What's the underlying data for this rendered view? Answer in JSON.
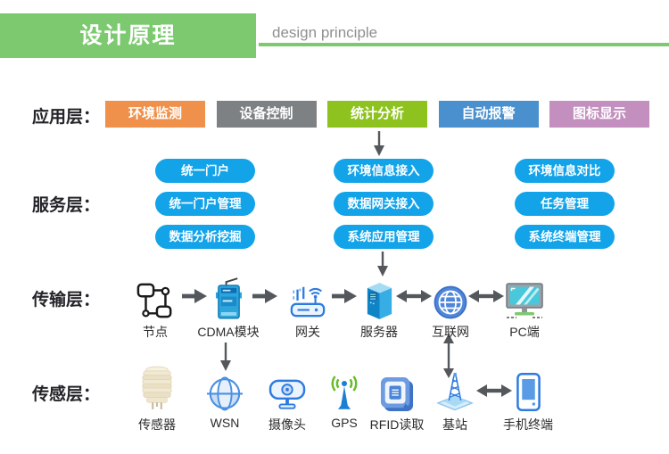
{
  "header": {
    "title": "设计原理",
    "subtitle": "design principle"
  },
  "colors": {
    "header_green": "#7CC96F",
    "pill_blue": "#12A3E9",
    "arrow_gray": "#54585C"
  },
  "layers": {
    "application": {
      "label": "应用层：",
      "boxes": [
        {
          "label": "环境监测",
          "color": "#F0914B"
        },
        {
          "label": "设备控制",
          "color": "#7E8183"
        },
        {
          "label": "统计分析",
          "color": "#8EC31F"
        },
        {
          "label": "自动报警",
          "color": "#4A90CE"
        },
        {
          "label": "图标显示",
          "color": "#C28FBE"
        }
      ]
    },
    "service": {
      "label": "服务层：",
      "columns": [
        [
          "统一门户",
          "统一门户管理",
          "数据分析挖掘"
        ],
        [
          "环境信息接入",
          "数据网关接入",
          "系统应用管理"
        ],
        [
          "环境信息对比",
          "任务管理",
          "系统终端管理"
        ]
      ]
    },
    "transmission": {
      "label": "传输层：",
      "items": [
        {
          "icon": "node-icon",
          "label": "节点"
        },
        {
          "icon": "cdma-icon",
          "label": "CDMA模块"
        },
        {
          "icon": "gateway-icon",
          "label": "网关"
        },
        {
          "icon": "server-icon",
          "label": "服务器"
        },
        {
          "icon": "internet-icon",
          "label": "互联网"
        },
        {
          "icon": "pc-icon",
          "label": "PC端"
        }
      ]
    },
    "sensor": {
      "label": "传感层：",
      "items": [
        {
          "icon": "sensor-icon",
          "label": "传感器"
        },
        {
          "icon": "wsn-icon",
          "label": "WSN"
        },
        {
          "icon": "camera-icon",
          "label": "摄像头"
        },
        {
          "icon": "gps-icon",
          "label": "GPS"
        },
        {
          "icon": "rfid-icon",
          "label": "RFID读取"
        },
        {
          "icon": "station-icon",
          "label": "基站"
        },
        {
          "icon": "phone-icon",
          "label": "手机终端"
        }
      ]
    }
  }
}
